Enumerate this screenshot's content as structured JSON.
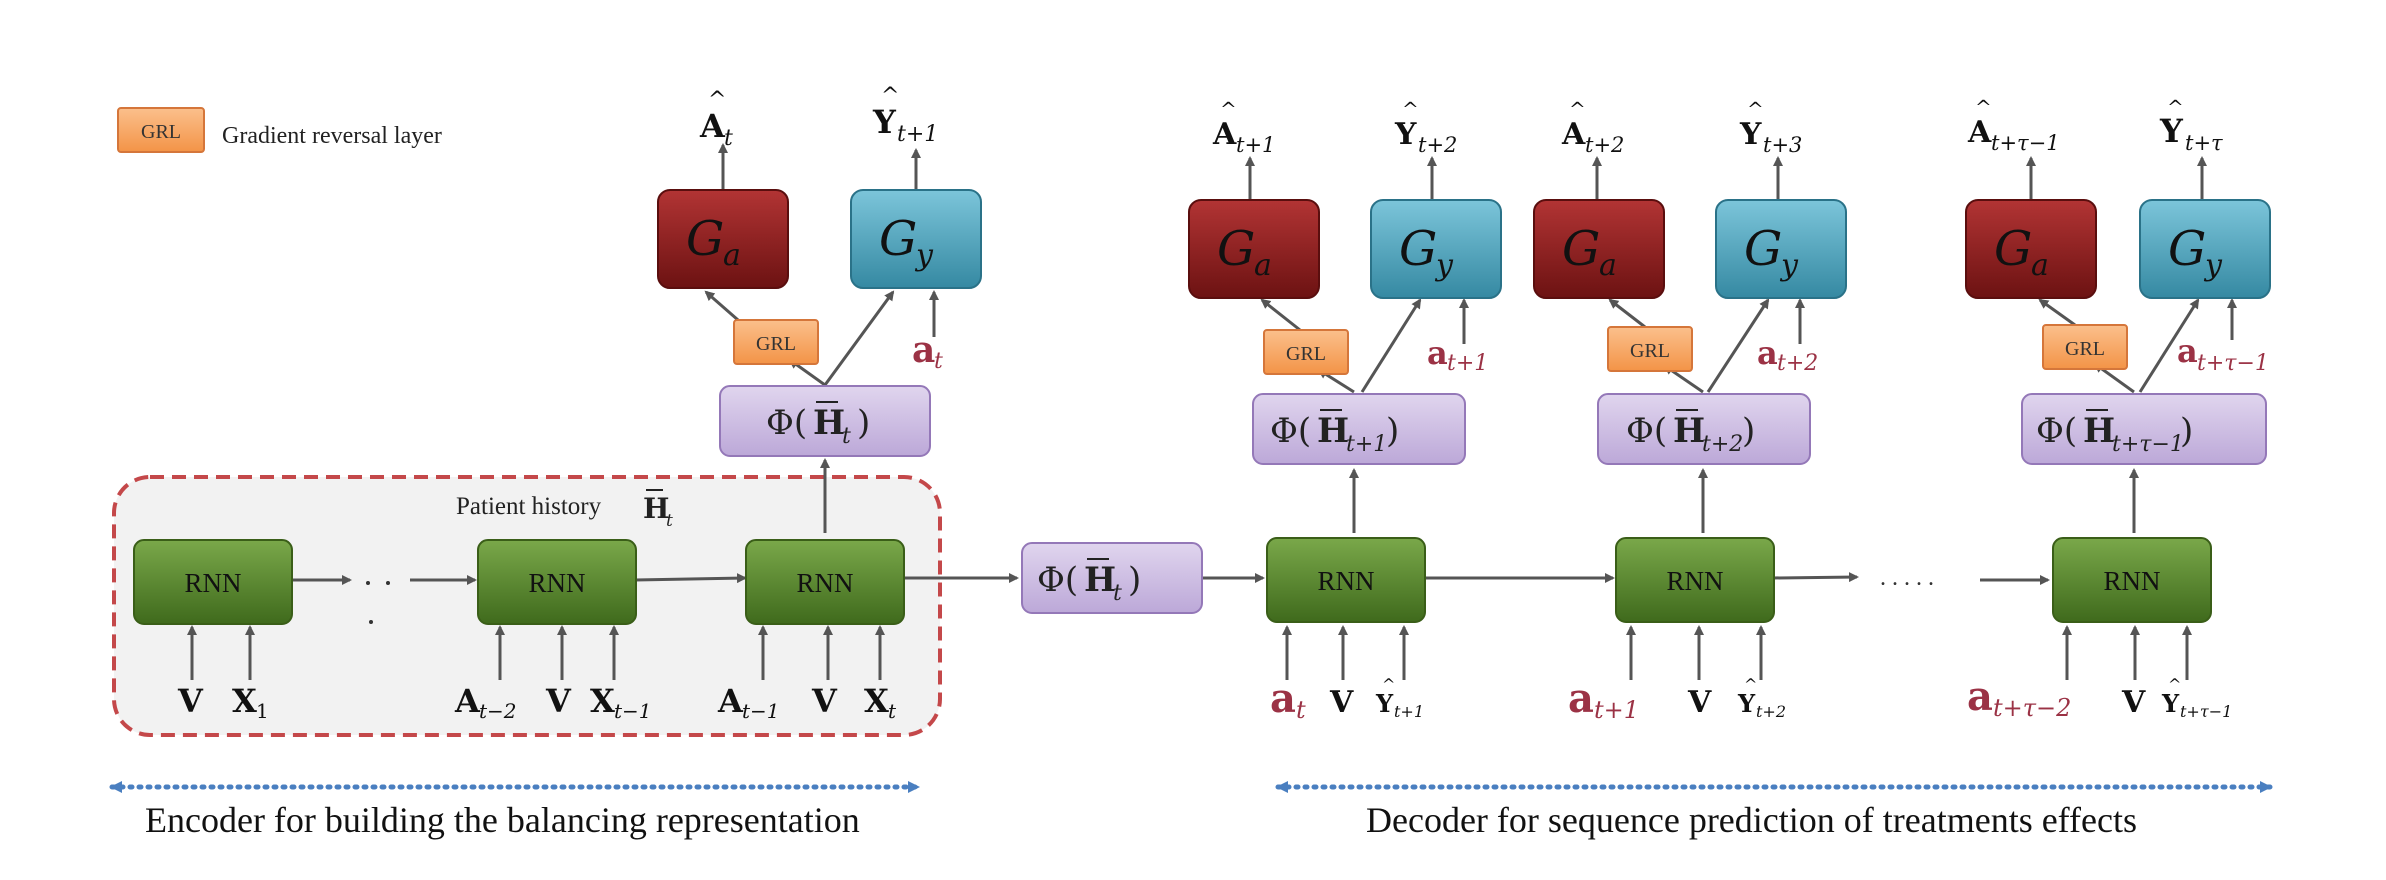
{
  "legend": {
    "badge": "GRL",
    "label": "Gradient reversal layer"
  },
  "labels": {
    "rnn": "RNN",
    "grl": "GRL",
    "patient_history": "Patient history",
    "ellipsis_dots": ". . . . .",
    "encoder_caption": "Encoder for building the balancing representation",
    "decoder_caption": "Decoder for sequence prediction of treatments effects"
  },
  "colors": {
    "rnn": "#4e7a27",
    "ga": "#8a1c1c",
    "gy": "#3f94ad",
    "phi": "#c8b6df",
    "grl": "#f7a45f",
    "maroon": "#9b3245",
    "dash_box": "#c4484a",
    "dotted_arrow": "#4a7fc0"
  },
  "icons": [
    "arrow-icon",
    "dotted-double-arrow-icon"
  ]
}
